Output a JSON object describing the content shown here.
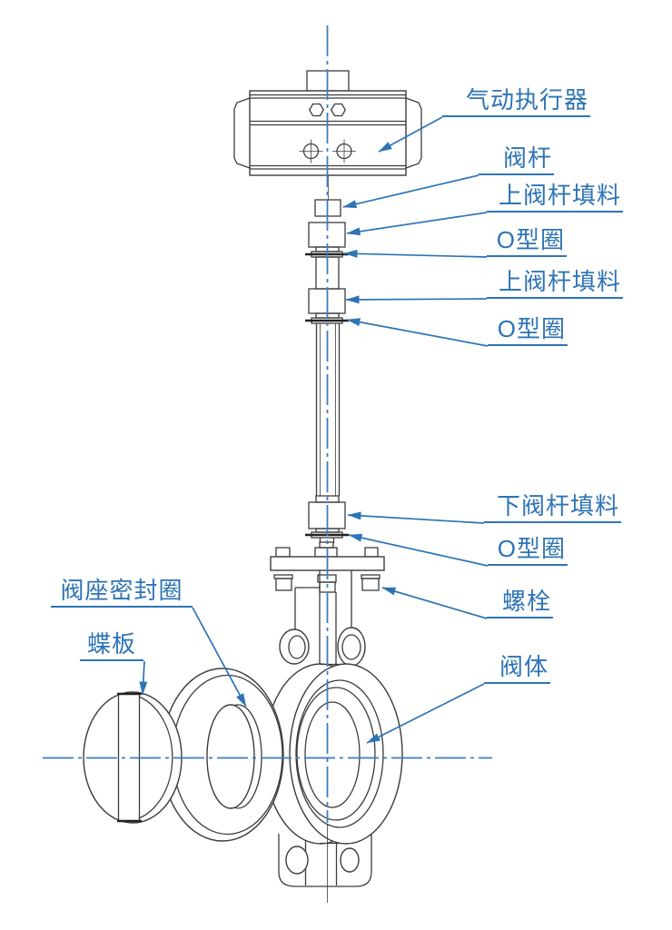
{
  "figure": {
    "kind": "technical line drawing with callout labels"
  },
  "colors": {
    "label_blue": "#2e74b5",
    "centerline_blue": "#3e7cc1",
    "line_dark": "#3c3c3c",
    "line_darker": "#222222",
    "background": "#ffffff"
  },
  "labels": {
    "pneumatic_actuator": "气动执行器",
    "valve_stem": "阀杆",
    "upper_stem_packing_1": "上阀杆填料",
    "o_ring_1": "O型圈",
    "upper_stem_packing_2": "上阀杆填料",
    "o_ring_2": "O型圈",
    "lower_stem_packing": "下阀杆填料",
    "o_ring_3": "O型圈",
    "bolt": "螺栓",
    "valve_body": "阀体",
    "seat_seal_ring": "阀座密封圈",
    "butterfly_disc": "蝶板"
  }
}
